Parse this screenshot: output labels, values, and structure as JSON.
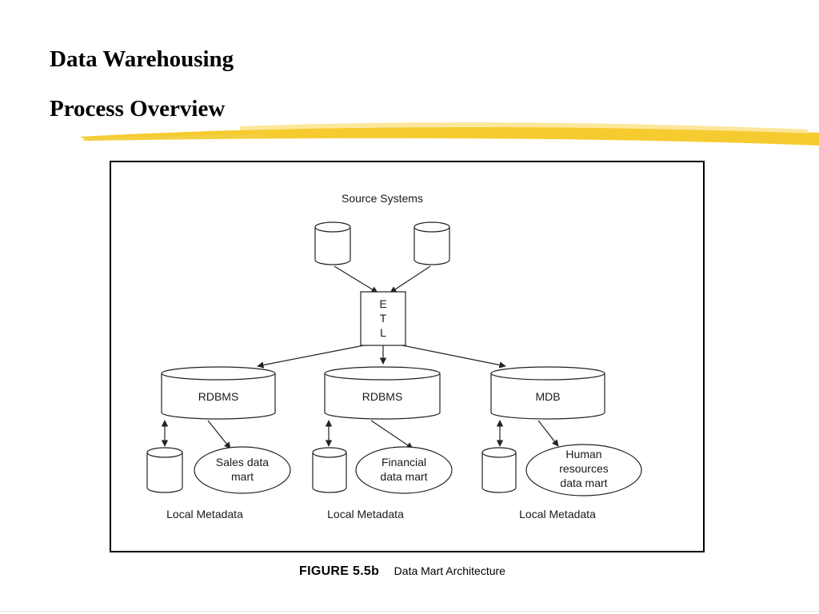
{
  "slide": {
    "title_line1": "Data Warehousing",
    "title_line2": "Process Overview",
    "highlight_color": "#f5c518"
  },
  "diagram": {
    "source_label": "Source Systems",
    "etl_letters": [
      "E",
      "T",
      "L"
    ],
    "marts": [
      {
        "db_label": "RDBMS",
        "mart_lines": [
          "Sales data",
          "mart"
        ],
        "metadata_label": "Local Metadata"
      },
      {
        "db_label": "RDBMS",
        "mart_lines": [
          "Financial",
          "data mart"
        ],
        "metadata_label": "Local Metadata"
      },
      {
        "db_label": "MDB",
        "mart_lines": [
          "Human",
          "resources",
          "data mart"
        ],
        "metadata_label": "Local Metadata"
      }
    ]
  },
  "caption": {
    "figure_label": "FIGURE 5.5b",
    "description": "Data Mart Architecture"
  }
}
